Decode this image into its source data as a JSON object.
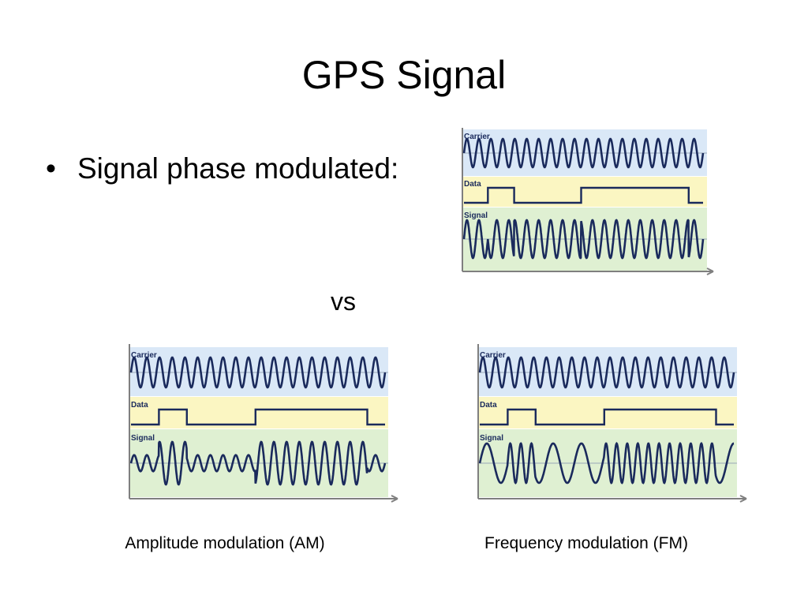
{
  "slide": {
    "title": "GPS Signal",
    "bullet": "Signal phase modulated:",
    "vs": "vs"
  },
  "colors": {
    "carrier_band": "#dae8f7",
    "data_band": "#fbf6c2",
    "signal_band": "#dff0d2",
    "trace": "#1a2a5c",
    "axis": "#7f7f7f"
  },
  "diagrams": [
    {
      "modulation": "phase",
      "carrier_label": "Carrier",
      "data_label": "Data",
      "signal_label": "Signal",
      "caption": ""
    },
    {
      "modulation": "amplitude",
      "carrier_label": "Carrier",
      "data_label": "Data",
      "signal_label": "Signal",
      "caption": "Amplitude modulation (AM)"
    },
    {
      "modulation": "frequency",
      "carrier_label": "Carrier",
      "data_label": "Data",
      "signal_label": "Signal",
      "caption": "Frequency modulation (FM)"
    }
  ]
}
